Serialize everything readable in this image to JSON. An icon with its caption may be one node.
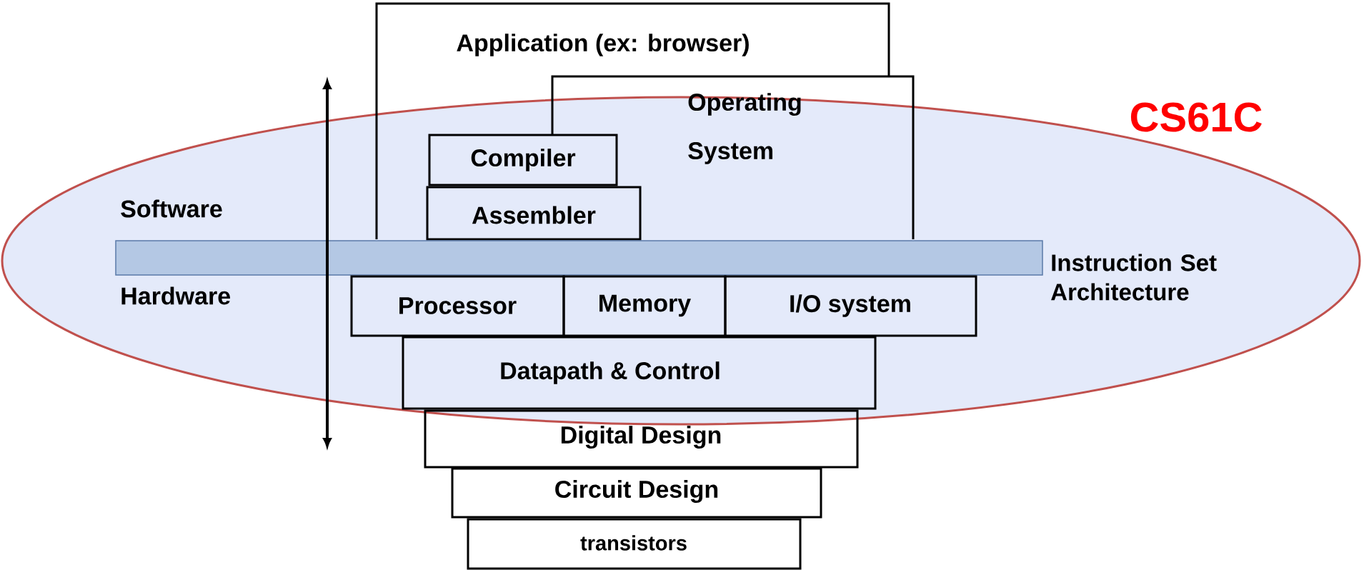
{
  "diagram": {
    "nodes": [
      {
        "text": [
          "Application (ex: browser)"
        ]
      },
      {
        "text": [
          "Operating System"
        ]
      },
      {
        "text": [
          "Compiler"
        ],
        "in": 0
      },
      {
        "text": [
          "Assembler"
        ],
        "in": 0
      },
      {
        "text": [
          "Instruction Set Architecture"
        ]
      },
      {
        "text": [
          "Processor"
        ]
      },
      {
        "text": [
          "Memory"
        ]
      },
      {
        "text": [
          "I/O system"
        ]
      },
      {
        "text": [
          "Datapath & Control"
        ]
      },
      {
        "text": [
          "Digital Design"
        ]
      },
      {
        "text": [
          "Circuit Design"
        ]
      },
      {
        "text": [
          "transistors"
        ]
      }
    ],
    "labels": [
      "CS61C",
      "Software",
      "Hardware"
    ]
  }
}
